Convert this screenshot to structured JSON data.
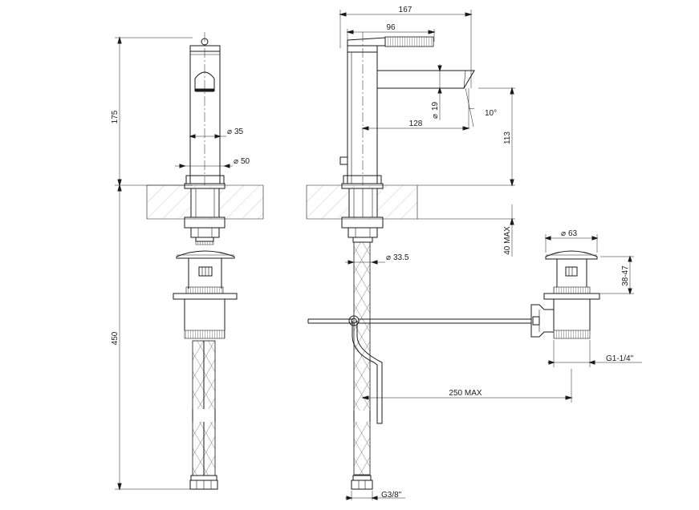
{
  "labels": {
    "height_top": "175",
    "height_bottom": "450",
    "dia_spout_body": "35",
    "dia_base": "50",
    "width_total": "167",
    "width_lever": "96",
    "dia_outlet": "19",
    "angle": "10°",
    "reach": "128",
    "spout_height": "113",
    "deck_max": "40 MAX",
    "dia_shank": "33.5",
    "dia_plug": "63",
    "plug_range": "38-47",
    "waste_thread": "G1-1/4\"",
    "rod_reach": "250 MAX",
    "hose_thread": "G3/8\""
  }
}
